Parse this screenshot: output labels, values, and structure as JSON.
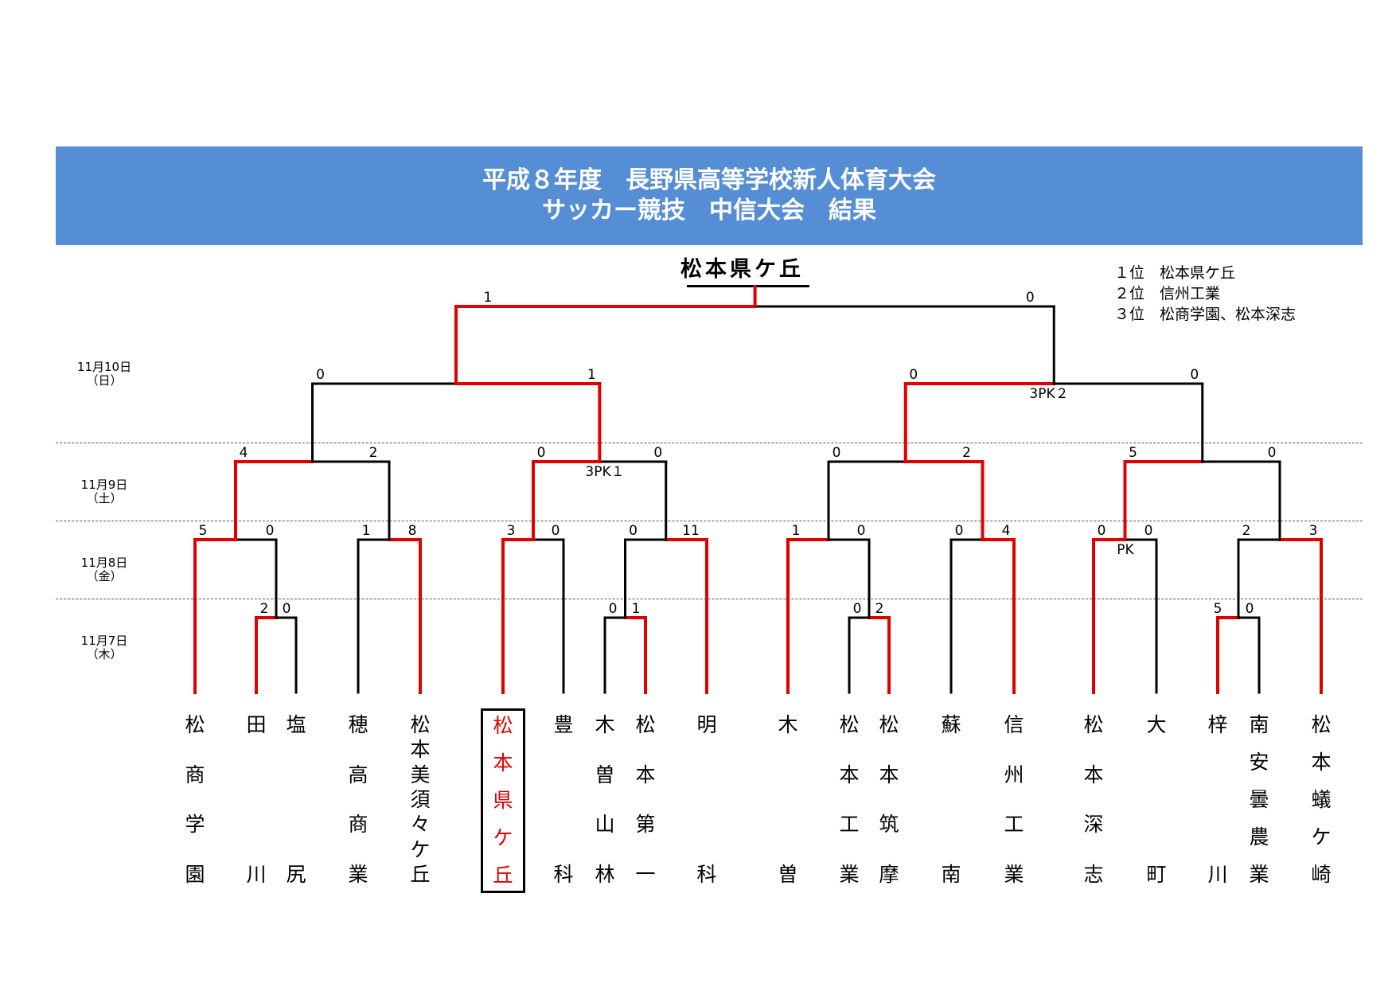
{
  "header": {
    "title_line1": "平成８年度　長野県高等学校新人体育大会",
    "title_line2": "サッカー競技　中信大会　結果"
  },
  "champion": "松本県ケ丘",
  "ranking": [
    "１位　松本県ケ丘",
    "２位　信州工業",
    "３位　松商学園、松本深志"
  ],
  "dates": [
    {
      "date": "11月10日",
      "day": "（日）"
    },
    {
      "date": "11月9日",
      "day": "（土）"
    },
    {
      "date": "11月8日",
      "day": "（金）"
    },
    {
      "date": "11月7日",
      "day": "（木）"
    }
  ],
  "teams": [
    {
      "name": "松商学園"
    },
    {
      "name": "田川"
    },
    {
      "name": "塩尻"
    },
    {
      "name": "穂高商業"
    },
    {
      "name": "松本美須々ケ丘"
    },
    {
      "name": "松本県ケ丘"
    },
    {
      "name": "豊科"
    },
    {
      "name": "木曽山林"
    },
    {
      "name": "松本第一"
    },
    {
      "name": "明科"
    },
    {
      "name": "木曽"
    },
    {
      "name": "松本工業"
    },
    {
      "name": "松本筑摩"
    },
    {
      "name": "蘇南"
    },
    {
      "name": "信州工業"
    },
    {
      "name": "松本深志"
    },
    {
      "name": "大町"
    },
    {
      "name": "梓川"
    },
    {
      "name": "南安曇農業"
    },
    {
      "name": "松本蟻ケ崎"
    }
  ],
  "scores": {
    "r1": [
      "2",
      "0",
      "0",
      "1",
      "0",
      "2",
      "5",
      "0"
    ],
    "r2": [
      "5",
      "0",
      "1",
      "8",
      "3",
      "0",
      "0",
      "11",
      "1",
      "0",
      "0",
      "4",
      "0",
      "0",
      "2",
      "3"
    ],
    "r3": [
      "4",
      "2",
      "0",
      "0",
      "0",
      "2",
      "5",
      "0"
    ],
    "sf": [
      "0",
      "1",
      "0",
      "0"
    ],
    "final": [
      "1",
      "0"
    ],
    "pk": [
      "3PK１",
      "3PK２",
      "PK"
    ]
  },
  "colors": {
    "header_bg": "#558ed5",
    "winner_line": "#e00000",
    "loser_line": "#000000"
  }
}
